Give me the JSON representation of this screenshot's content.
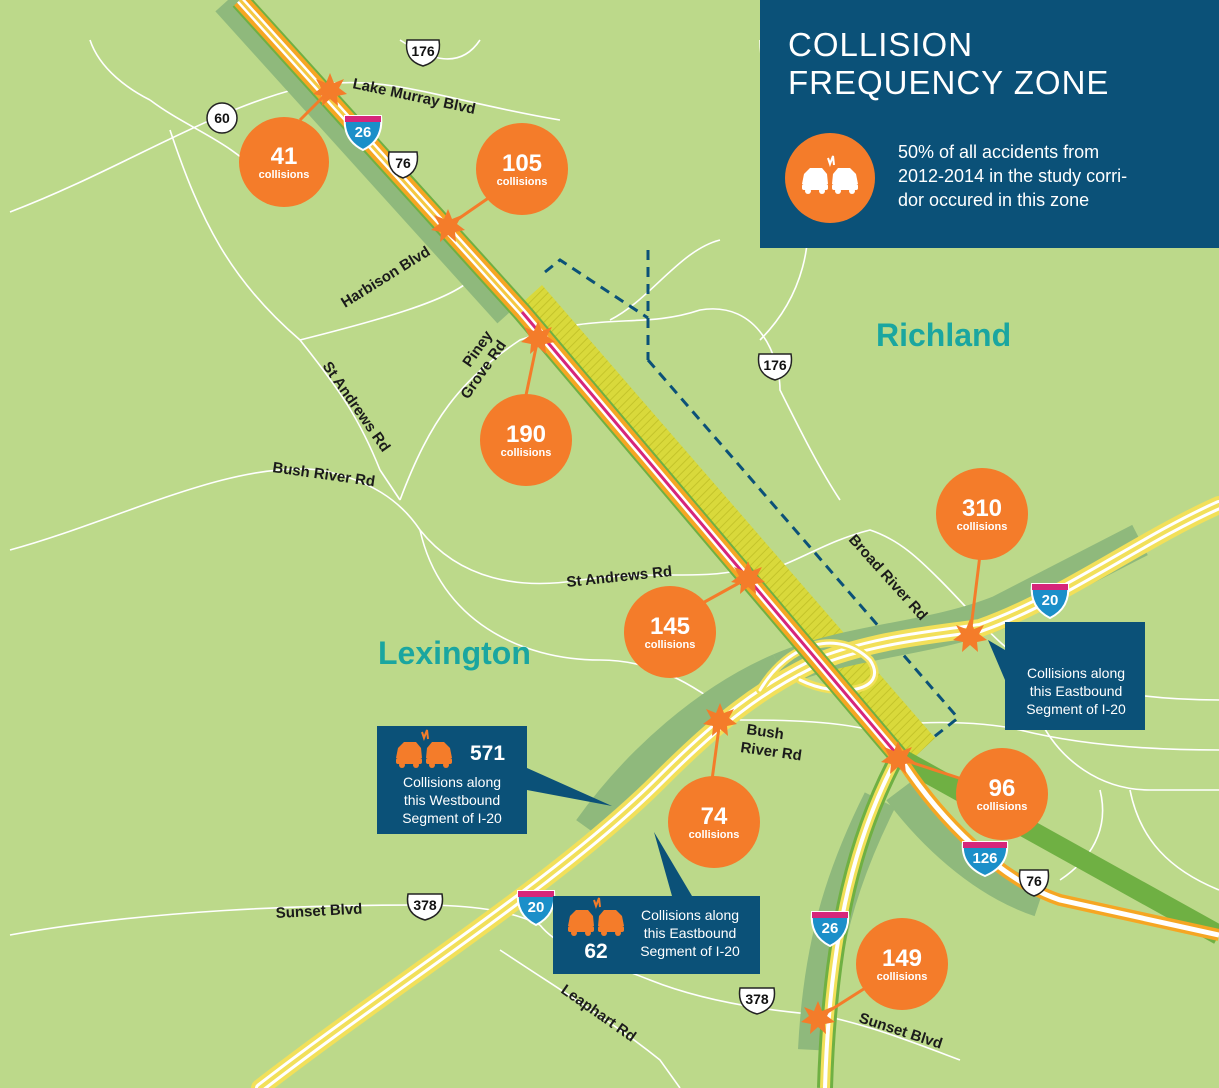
{
  "legend": {
    "title_line1": "COLLISION",
    "title_line2": "FREQUENCY ZONE",
    "desc_line1": "50% of all accidents from",
    "desc_line2": "2012-2014 in the study corri-",
    "desc_line3": "dor occured in this zone",
    "icon": "car-crash-icon"
  },
  "counties": {
    "richland": "Richland",
    "lexington": "Lexington"
  },
  "roads": {
    "lake_murray": "Lake Murray Blvd",
    "harbison": "Harbison Blvd",
    "piney_1": "Piney",
    "piney_2": "Grove Rd",
    "st_andrews_1": "St Andrews Rd",
    "bush_river_1": "Bush River Rd",
    "st_andrews_2": "St Andrews Rd",
    "broad_river": "Broad River Rd",
    "bush_2a": "Bush",
    "bush_2b": "River Rd",
    "sunset_1": "Sunset Blvd",
    "leaphart": "Leaphart Rd",
    "sunset_2": "Sunset Blvd"
  },
  "shields": {
    "us176_a": "176",
    "us176_b": "176",
    "sc60": "60",
    "us76_a": "76",
    "us76_b": "76",
    "us378_a": "378",
    "us378_b": "378",
    "i26_a": "26",
    "i26_b": "26",
    "i20_a": "20",
    "i20_b": "20",
    "i126": "126"
  },
  "bubbles": [
    {
      "value": "41",
      "unit": "collisions"
    },
    {
      "value": "105",
      "unit": "collisions"
    },
    {
      "value": "190",
      "unit": "collisions"
    },
    {
      "value": "145",
      "unit": "collisions"
    },
    {
      "value": "310",
      "unit": "collisions"
    },
    {
      "value": "74",
      "unit": "collisions"
    },
    {
      "value": "96",
      "unit": "collisions"
    },
    {
      "value": "149",
      "unit": "collisions"
    }
  ],
  "callouts": {
    "east_top": {
      "line1": "Collisions along",
      "line2": "this Eastbound",
      "line3": "Segment of I-20"
    },
    "west": {
      "value": "571",
      "line1": "Collisions along",
      "line2": "this Westbound",
      "line3": "Segment of I-20"
    },
    "east_bottom": {
      "value": "62",
      "line1": "Collisions along",
      "line2": "this Eastbound",
      "line3": "Segment of I-20"
    }
  },
  "colors": {
    "land": "#bcd98a",
    "navy": "#0b5178",
    "orange": "#f47c2a",
    "teal": "#1aa6a0",
    "magenta": "#d6267a",
    "zone_yellow": "#d8d83a"
  }
}
